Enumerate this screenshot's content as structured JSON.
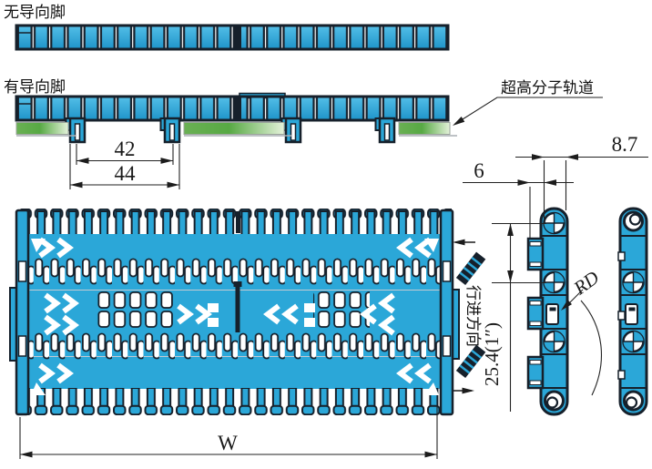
{
  "drawing": {
    "labels": {
      "no_guide_feet": "无导向脚",
      "with_guide_feet": "有导向脚",
      "uhmw_rail": "超高分子轨道",
      "travel_direction": "行进方向"
    },
    "dimensions": {
      "feet_inner_span": "42",
      "feet_outer_span": "44",
      "tab_offset": "6",
      "link_width": "8.7",
      "pitch": "25.4(1″)",
      "backflex_radius_label": "RD",
      "belt_width": "W"
    },
    "colors": {
      "belt_blue": "#2ba7d8",
      "belt_blue_light": "#54bfe8",
      "belt_blue_deep": "#1e94c9",
      "outline_dark": "#16202b",
      "rail_green": "#57a944",
      "rail_green_pale": "#e4f2da",
      "dimension_ink": "#222222"
    }
  }
}
